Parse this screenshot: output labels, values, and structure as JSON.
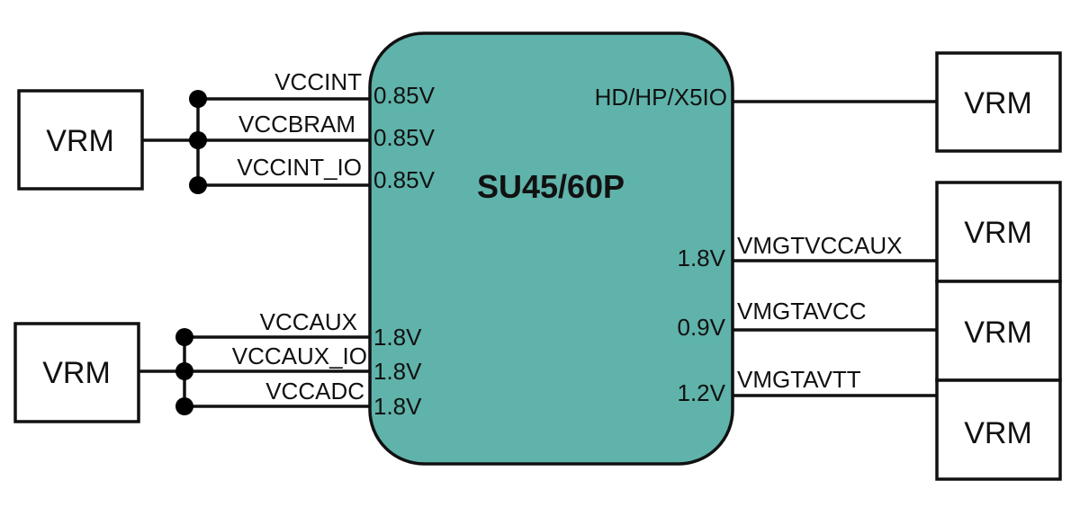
{
  "chip": {
    "name": "SU45/60P",
    "fill_color": "#5fb3aa"
  },
  "left_top_group": {
    "vrm_label": "VRM",
    "rails": [
      {
        "name": "VCCINT",
        "voltage": "0.85V"
      },
      {
        "name": "VCCBRAM",
        "voltage": "0.85V"
      },
      {
        "name": "VCCINT_IO",
        "voltage": "0.85V"
      }
    ]
  },
  "left_bottom_group": {
    "vrm_label": "VRM",
    "rails": [
      {
        "name": "VCCAUX",
        "voltage": "1.8V"
      },
      {
        "name": "VCCAUX_IO",
        "voltage": "1.8V"
      },
      {
        "name": "VCCADC",
        "voltage": "1.8V"
      }
    ]
  },
  "right_top": {
    "pin_label": "HD/HP/X5IO",
    "vrm_label": "VRM"
  },
  "right_rails": [
    {
      "name": "VMGTVCCAUX",
      "voltage": "1.8V",
      "vrm_label": "VRM"
    },
    {
      "name": "VMGTAVCC",
      "voltage": "0.9V",
      "vrm_label": "VRM"
    },
    {
      "name": "VMGTAVTT",
      "voltage": "1.2V",
      "vrm_label": "VRM"
    }
  ]
}
